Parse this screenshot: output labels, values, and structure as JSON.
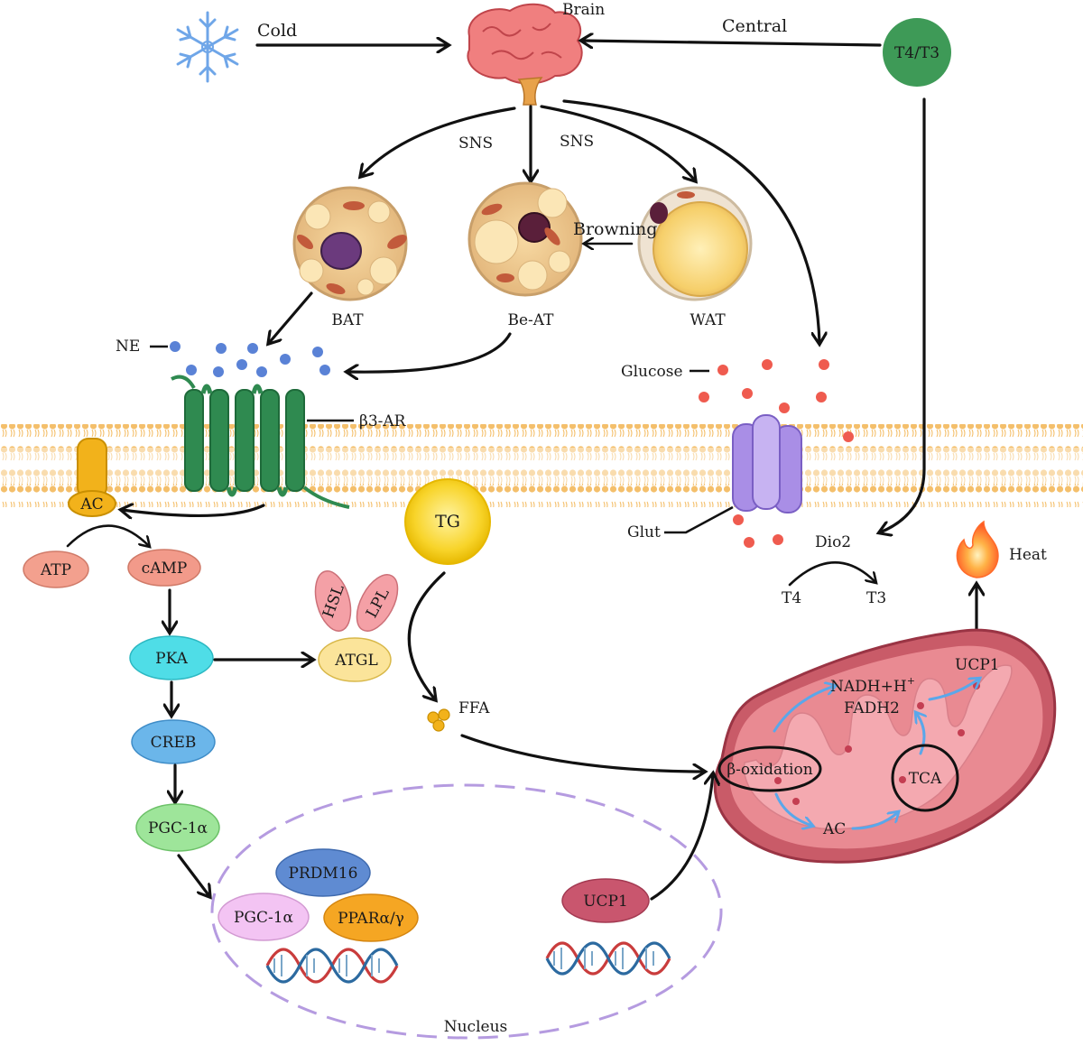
{
  "labels": {
    "cold": "Cold",
    "brain": "Brain",
    "central": "Central",
    "t4t3": "T4/T3",
    "sns_left": "SNS",
    "sns_right": "SNS",
    "browning": "Browning",
    "bat": "BAT",
    "beat": "Be-AT",
    "wat": "WAT",
    "ne": "NE",
    "glucose": "Glucose",
    "b3ar": "β3-AR",
    "ac_membrane": "AC",
    "tg": "TG",
    "glut": "Glut",
    "dio2": "Dio2",
    "heat": "Heat",
    "atp": "ATP",
    "camp": "cAMP",
    "hsl": "HSL",
    "lpl": "LPL",
    "atgl": "ATGL",
    "pka": "PKA",
    "t4": "T4",
    "t3": "T3",
    "ffa": "FFA",
    "nadh": "NADH+H",
    "nadh_sup": "+",
    "fadh2": "FADH2",
    "ucp1_mito": "UCP1",
    "creb": "CREB",
    "beta_oxidation": "β-oxidation",
    "tca": "TCA",
    "ac_mito": "AC",
    "pgc1a": "PGC-1α",
    "prdm16": "PRDM16",
    "pgc1a_nucleus": "PGC-1α",
    "ppar": "PPARα/γ",
    "ucp1_nucleus": "UCP1",
    "nucleus": "Nucleus"
  },
  "colors": {
    "membrane": "#f6c77a",
    "receptor": "#2f8a50",
    "ac": "#f2b21b",
    "atp": "#f3a08e",
    "camp": "#f29a8a",
    "pka": "#4fdde7",
    "creb": "#6bb6ea",
    "pgc1a": "#9ee59a",
    "atgl": "#fbe49a",
    "hsl_lpl": "#f4a0a6",
    "tg": "#f8d42a",
    "t4t3": "#3e9a57",
    "glut": "#a98ee6",
    "mitochondria": "#e98a92",
    "prdm16": "#5f8bd2",
    "pgc1a_nucleus": "#f3c4f3",
    "ppar": "#f5a623",
    "ucp1": "#c9566e",
    "nucleus_border": "#b59be0",
    "ne_dot": "#5a82d6",
    "glucose_dot": "#ef5b4f"
  }
}
